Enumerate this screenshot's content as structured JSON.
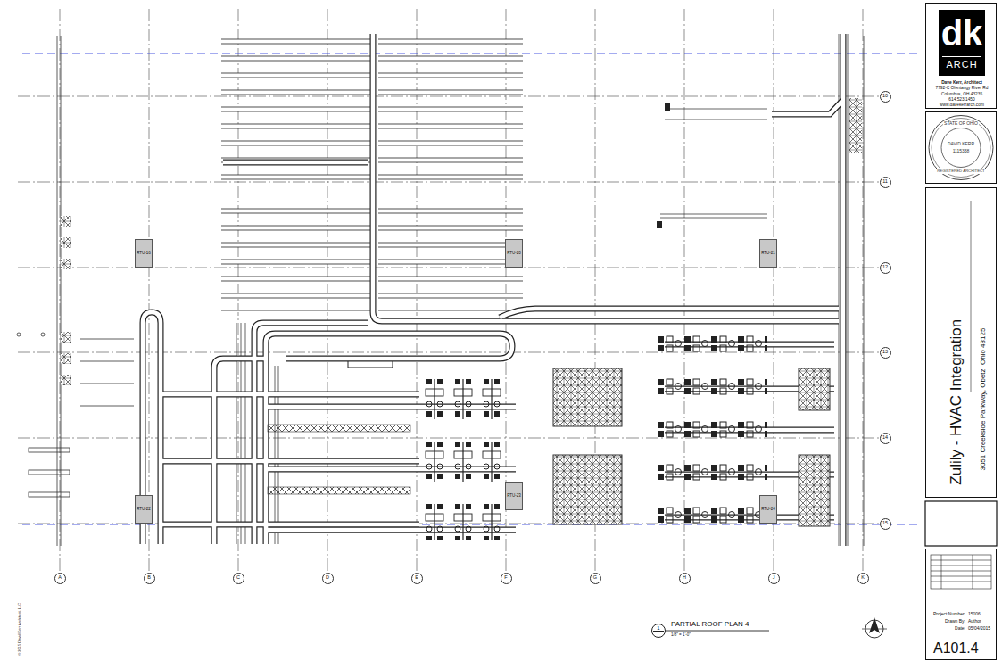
{
  "diagram": {
    "nodes": [
      {
        "text": [
          "Dave Kerr, Architect",
          "7792-C Olentangy River Rd",
          "Columbus, OH 43235",
          "614.523.1450",
          "www.davekerrarch.com"
        ]
      },
      {
        "text": [
          "dk",
          "ARCH"
        ],
        "in": 0
      },
      {
        "text": [
          "STATE OF OHIO",
          "DAVID KERR",
          "1115338",
          "REGISTERED ARCHITECT"
        ]
      },
      {
        "text": [
          "Zulily - HVAC Integration",
          "3051 Creekside Parkway, Obetz, Ohio 43125"
        ]
      },
      {
        "text": [
          "Project Number:",
          "15006",
          "Drawn By:",
          "Author",
          "Date:",
          "05/04/2015",
          "A101.4"
        ]
      },
      {
        "text": [
          "RTU-16"
        ]
      },
      {
        "text": [
          "RTU-20"
        ]
      },
      {
        "text": [
          "RTU-21"
        ]
      },
      {
        "text": [
          "RTU-22"
        ]
      },
      {
        "text": [
          "RTU-23"
        ]
      },
      {
        "text": [
          "RTU-24"
        ]
      },
      {
        "text": [
          "A"
        ]
      },
      {
        "text": [
          "B"
        ]
      },
      {
        "text": [
          "C"
        ]
      },
      {
        "text": [
          "D"
        ]
      },
      {
        "text": [
          "E"
        ]
      },
      {
        "text": [
          "F"
        ]
      },
      {
        "text": [
          "G"
        ]
      },
      {
        "text": [
          "H"
        ]
      },
      {
        "text": [
          "J"
        ]
      },
      {
        "text": [
          "K"
        ]
      },
      {
        "text": [
          "10"
        ]
      },
      {
        "text": [
          "11"
        ]
      },
      {
        "text": [
          "12"
        ]
      },
      {
        "text": [
          "13"
        ]
      },
      {
        "text": [
          "14"
        ]
      },
      {
        "text": [
          "15"
        ]
      },
      {
        "text": [
          "1"
        ]
      }
    ],
    "labels": [
      "PARTIAL ROOF PLAN 4",
      "1/8\" = 1'-0\"",
      "© 2015 David Kerr Architect, LLC"
    ]
  }
}
